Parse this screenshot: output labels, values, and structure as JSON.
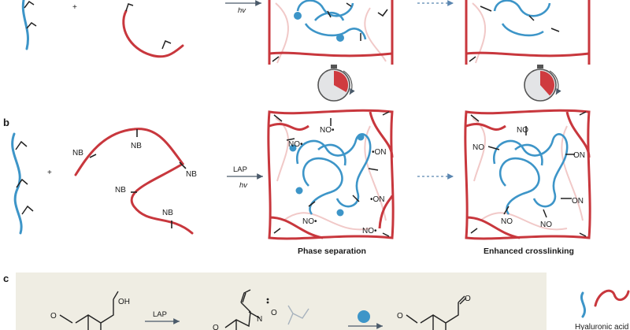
{
  "panels": {
    "a": {
      "arrow_label_bottom": "hv"
    },
    "b": {
      "letter": "b",
      "nb_label": "NB",
      "radical_label_left": "NO•",
      "radical_label_right": "•ON",
      "ON_label": "ON",
      "NO_label": "NO",
      "arrow_label_top": "LAP",
      "arrow_label_bottom": "hv",
      "caption_left": "Phase separation",
      "caption_right": "Enhanced crosslinking"
    },
    "c": {
      "letter": "c",
      "oh_label": "OH",
      "arrow_label": "LAP",
      "methoxy_label": "O",
      "radical_o_label": "O",
      "n_label": "N",
      "legend_label": "Hyaluronic acid"
    }
  },
  "colors": {
    "red_polymer": "#c8373d",
    "blue_polymer": "#3d95c8",
    "pale_red": "#f1c9c8",
    "panel_c_bg": "#efede3",
    "dark": "#333333",
    "timer_fill": "#cf3b3f",
    "timer_face": "#e3e4e6"
  },
  "icons": [
    "timer-icon",
    "plus-icon",
    "reaction-arrow-icon",
    "dashed-arrow-icon"
  ]
}
